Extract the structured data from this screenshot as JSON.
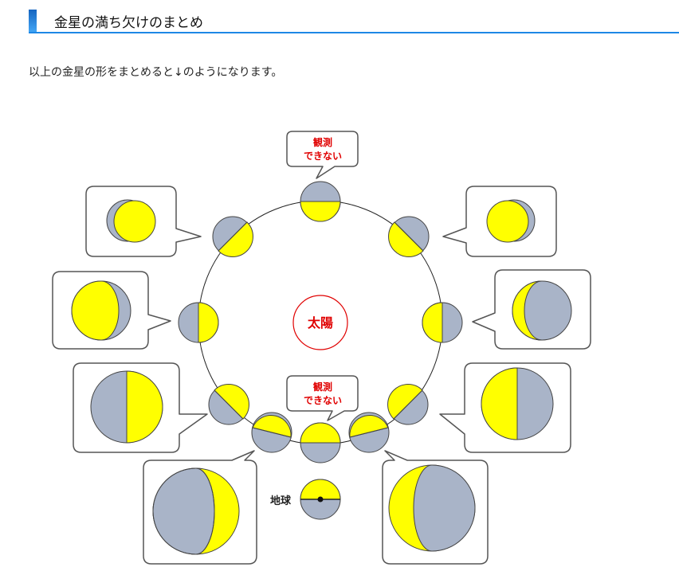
{
  "header": {
    "title": "金星の満ち欠けのまとめ"
  },
  "intro": {
    "text": "以上の金星の形をまとめると↓のようになります。"
  },
  "diagram": {
    "sun_label": "太陽",
    "earth_label": "地球",
    "unobservable_label_line1": "観測",
    "unobservable_label_line2": "できない"
  },
  "colors": {
    "lit": "#ffff00",
    "dark": "#a9b4c8",
    "sun_ring": "#e00000",
    "accent": "#1e88e5"
  }
}
